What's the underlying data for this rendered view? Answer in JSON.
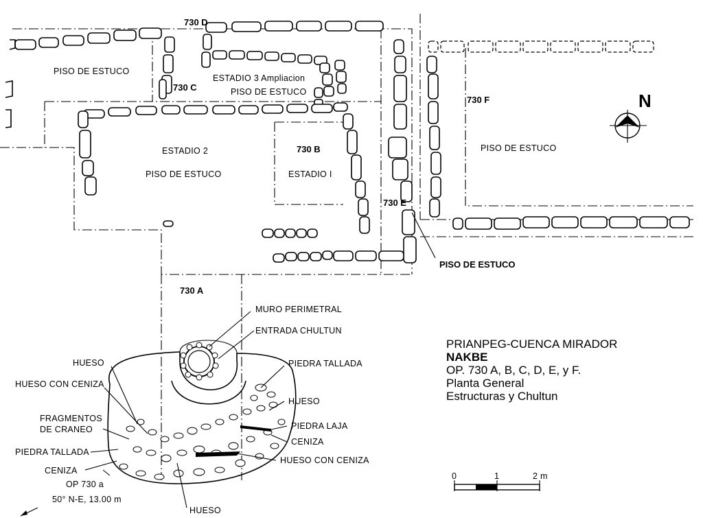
{
  "plan_labels": {
    "l730d": "730 D",
    "l730c": "730 C",
    "l730b": "730 B",
    "l730e": "730 E",
    "l730f": "730 F",
    "l730a": "730 A",
    "estadio3": "ESTADIO 3 Ampliacion",
    "piso_estadio3": "PISO DE ESTUCO",
    "piso_left": "PISO DE ESTUCO",
    "estadio2": "ESTADIO 2",
    "piso_estadio2": "PISO DE ESTUCO",
    "estadio1": "ESTADIO I",
    "piso_730f": "PISO DE ESTUCO",
    "piso_730e": "PISO DE ESTUCO",
    "north": "N"
  },
  "chultun_labels": {
    "muro": "MURO PERIMETRAL",
    "entrada": "ENTRADA CHULTUN",
    "hueso_top": "HUESO",
    "hueso_ceniza_left": "HUESO CON CENIZA",
    "fragmentos": "FRAGMENTOS",
    "de_craneo": "DE CRANEO",
    "piedra_tallada_left": "PIEDRA TALLADA",
    "ceniza_left": "CENIZA",
    "op_line1": "OP 730 a",
    "op_line2": "50° N-E, 13.00 m",
    "hueso_bottom": "HUESO",
    "piedra_tallada_right": "PIEDRA TALLADA",
    "hueso_right": "HUESO",
    "piedra_laja": "PIEDRA LAJA",
    "ceniza_right": "CENIZA",
    "hueso_ceniza_right": "HUESO CON CENIZA"
  },
  "title_block": {
    "line1": "PRIANPEG-CUENCA MIRADOR",
    "line2": "NAKBE",
    "line3": "OP. 730 A, B, C, D, E, y F.",
    "line4": "Planta General",
    "line5": "Estructuras y Chultun"
  },
  "scale_bar": {
    "tick0": "0",
    "tick1": "1",
    "tick2": "2 m"
  }
}
